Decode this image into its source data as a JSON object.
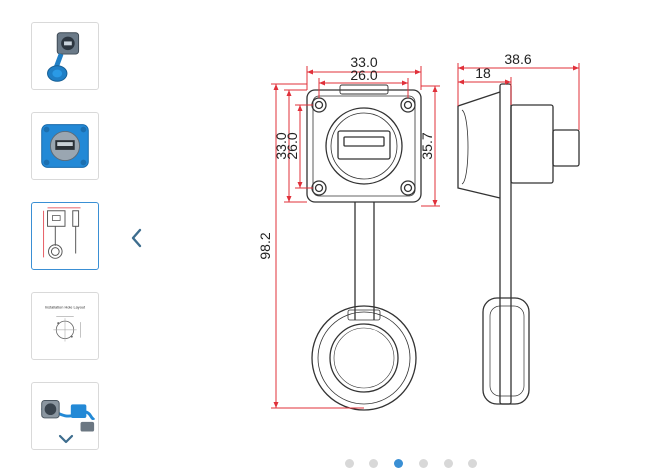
{
  "gallery": {
    "thumbnails": [
      {
        "name": "connector-blue-cap"
      },
      {
        "name": "connector-blue-front"
      },
      {
        "name": "dimension-drawing"
      },
      {
        "name": "installation-hole-layout",
        "caption": "Installation Hole Layout"
      },
      {
        "name": "connector-with-cable"
      }
    ],
    "active_index": 2,
    "icons": {
      "prev": "chevron-left-icon",
      "next": "chevron-down-icon"
    },
    "colors": {
      "accent": "#3a8fd4",
      "dimension_line": "#e0303a",
      "drawing": "#333333"
    }
  },
  "drawing": {
    "dims": {
      "outer_width": "33.0",
      "inner_width": "26.0",
      "outer_height": "33.0",
      "inner_height": "26.0",
      "body_height": "35.7",
      "total_length": "98.2",
      "side_depth": "38.6",
      "flange_depth": "18"
    }
  },
  "pagination": {
    "count": 6,
    "active": 2
  }
}
